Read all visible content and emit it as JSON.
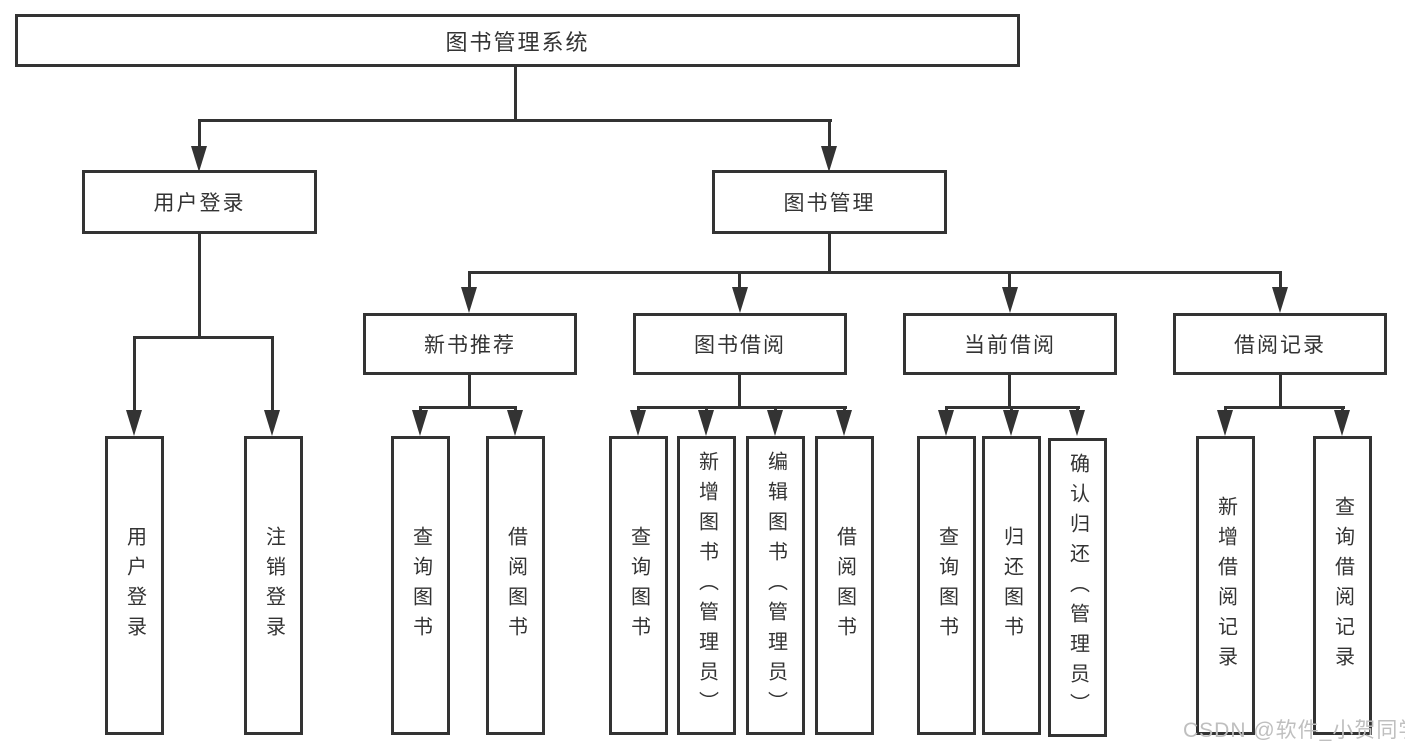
{
  "colors": {
    "line": "#333333",
    "text": "#333333",
    "watermark": "#bfbfbf",
    "background": "#ffffff"
  },
  "watermark": {
    "text": "CSDN @软件_小贺同学"
  },
  "tree": {
    "label": "图书管理系统",
    "children": [
      {
        "label": "用户登录",
        "children": [
          {
            "label": "用户登录"
          },
          {
            "label": "注销登录"
          }
        ]
      },
      {
        "label": "图书管理",
        "children": [
          {
            "label": "新书推荐",
            "children": [
              {
                "label": "查询图书"
              },
              {
                "label": "借阅图书"
              }
            ]
          },
          {
            "label": "图书借阅",
            "children": [
              {
                "label": "查询图书"
              },
              {
                "label": "新增图书（管理员）"
              },
              {
                "label": "编辑图书（管理员）"
              },
              {
                "label": "借阅图书"
              }
            ]
          },
          {
            "label": "当前借阅",
            "children": [
              {
                "label": "查询图书"
              },
              {
                "label": "归还图书"
              },
              {
                "label": "确认归还（管理员）"
              }
            ]
          },
          {
            "label": "借阅记录",
            "children": [
              {
                "label": "新增借阅记录"
              },
              {
                "label": "查询借阅记录"
              }
            ]
          }
        ]
      }
    ]
  }
}
